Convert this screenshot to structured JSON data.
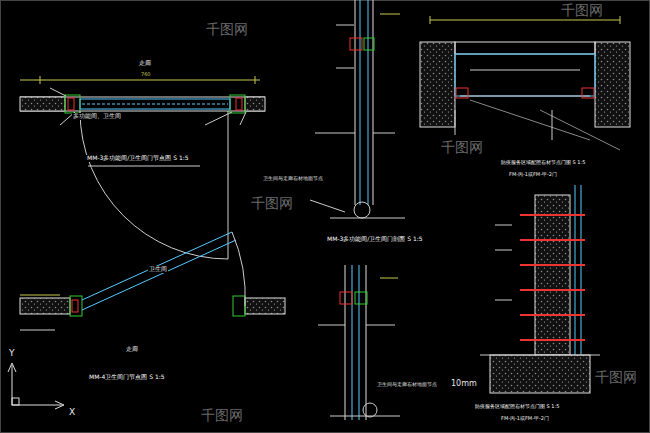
{
  "diagram": {
    "labels": [
      "走廊",
      "多功能间、卫生间",
      "760",
      "MM-3多功能间/卫生间门节点图 S 1:5",
      "卫生间",
      "走廊",
      "MM-4卫生间门节点图 S 1:5",
      "卫生间与走廊石材地面节点",
      "MM-3多功能间/卫生间门剖面 S 1:5",
      "防疫服务区域配照石材节点门图 S 1:5",
      "FM-丙-1或FM-甲-2门",
      "卫生间与走廊石材地面节点",
      "10mm",
      "防疫服务区域配照石材节点门图 S 1:5",
      "FM-丙-1或FM-甲-2门",
      "Y",
      "X",
      "千图网",
      "千图网",
      "千图网",
      "千图网",
      "千图网",
      "千图网"
    ]
  }
}
